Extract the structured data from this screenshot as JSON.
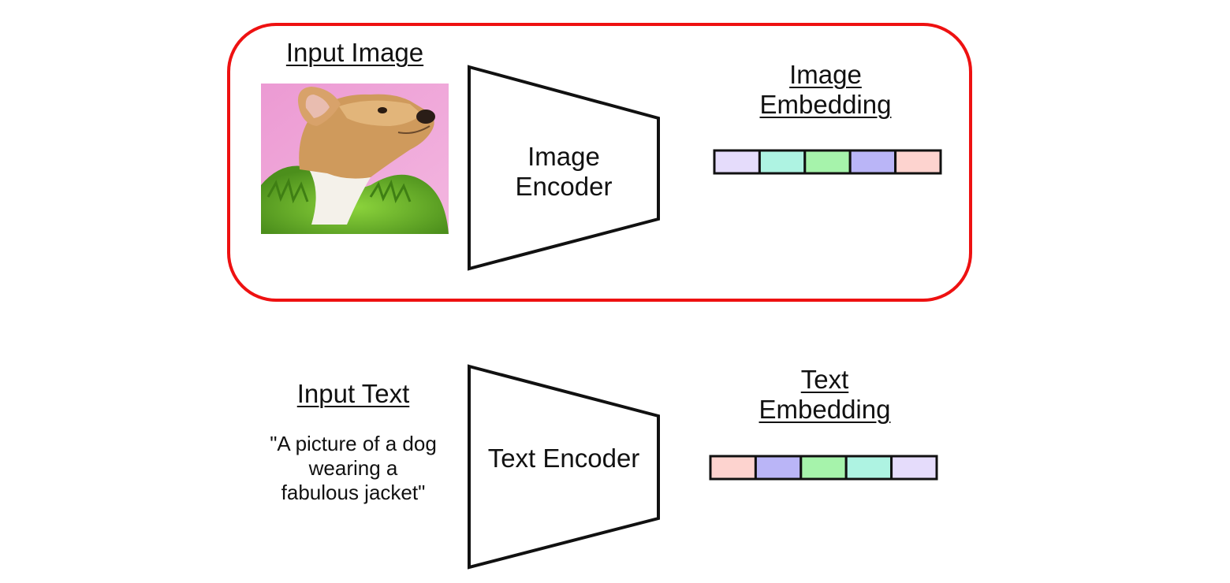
{
  "image_branch": {
    "input_label": "Input Image",
    "encoder_label_lines": [
      "Image",
      "Encoder"
    ],
    "embedding_label_lines": [
      "Image",
      "Embedding"
    ],
    "embedding_colors": [
      "#e5dcfb",
      "#aef3e2",
      "#a6f3ab",
      "#bab5f7",
      "#fdd3cf"
    ],
    "highlight_color": "#ee1111"
  },
  "text_branch": {
    "input_label": "Input Text",
    "input_text_lines": [
      "\"A picture of a dog",
      "wearing a",
      "fabulous jacket\""
    ],
    "encoder_label": "Text Encoder",
    "embedding_label_lines": [
      "Text",
      "Embedding"
    ],
    "embedding_colors": [
      "#fdd3cf",
      "#bab5f7",
      "#a6f3ab",
      "#aef3e2",
      "#e5dcfb"
    ]
  }
}
